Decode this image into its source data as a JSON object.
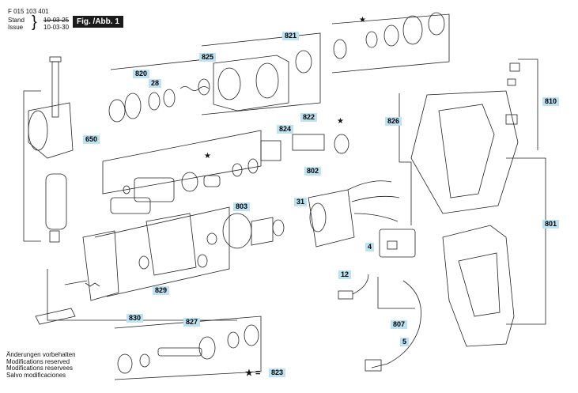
{
  "header": {
    "doc_number": "F 015 103 401",
    "stand_label": "Stand",
    "issue_label": "Issue",
    "stand_old_date": "10-03-25",
    "issue_date": "10-03-30",
    "figure_label": "Fig. /Abb. 1"
  },
  "callouts": {
    "c821": "821",
    "c825": "825",
    "c820": "820",
    "c28": "28",
    "c650": "650",
    "c822": "822",
    "c824": "824",
    "c826": "826",
    "c810": "810",
    "c802": "802",
    "c803": "803",
    "c31": "31",
    "c801": "801",
    "c4": "4",
    "c829": "829",
    "c830": "830",
    "c12": "12",
    "c807": "807",
    "c827": "827",
    "c5": "5"
  },
  "star_legend": {
    "symbol": "★",
    "equals": "=",
    "code": "823"
  },
  "star_symbols": [
    "★",
    "★",
    "★"
  ],
  "footer_notes": [
    "Änderungen vorbehalten",
    "Modifications reserved",
    "Modifications reservees",
    "Salvo modificaciones"
  ]
}
